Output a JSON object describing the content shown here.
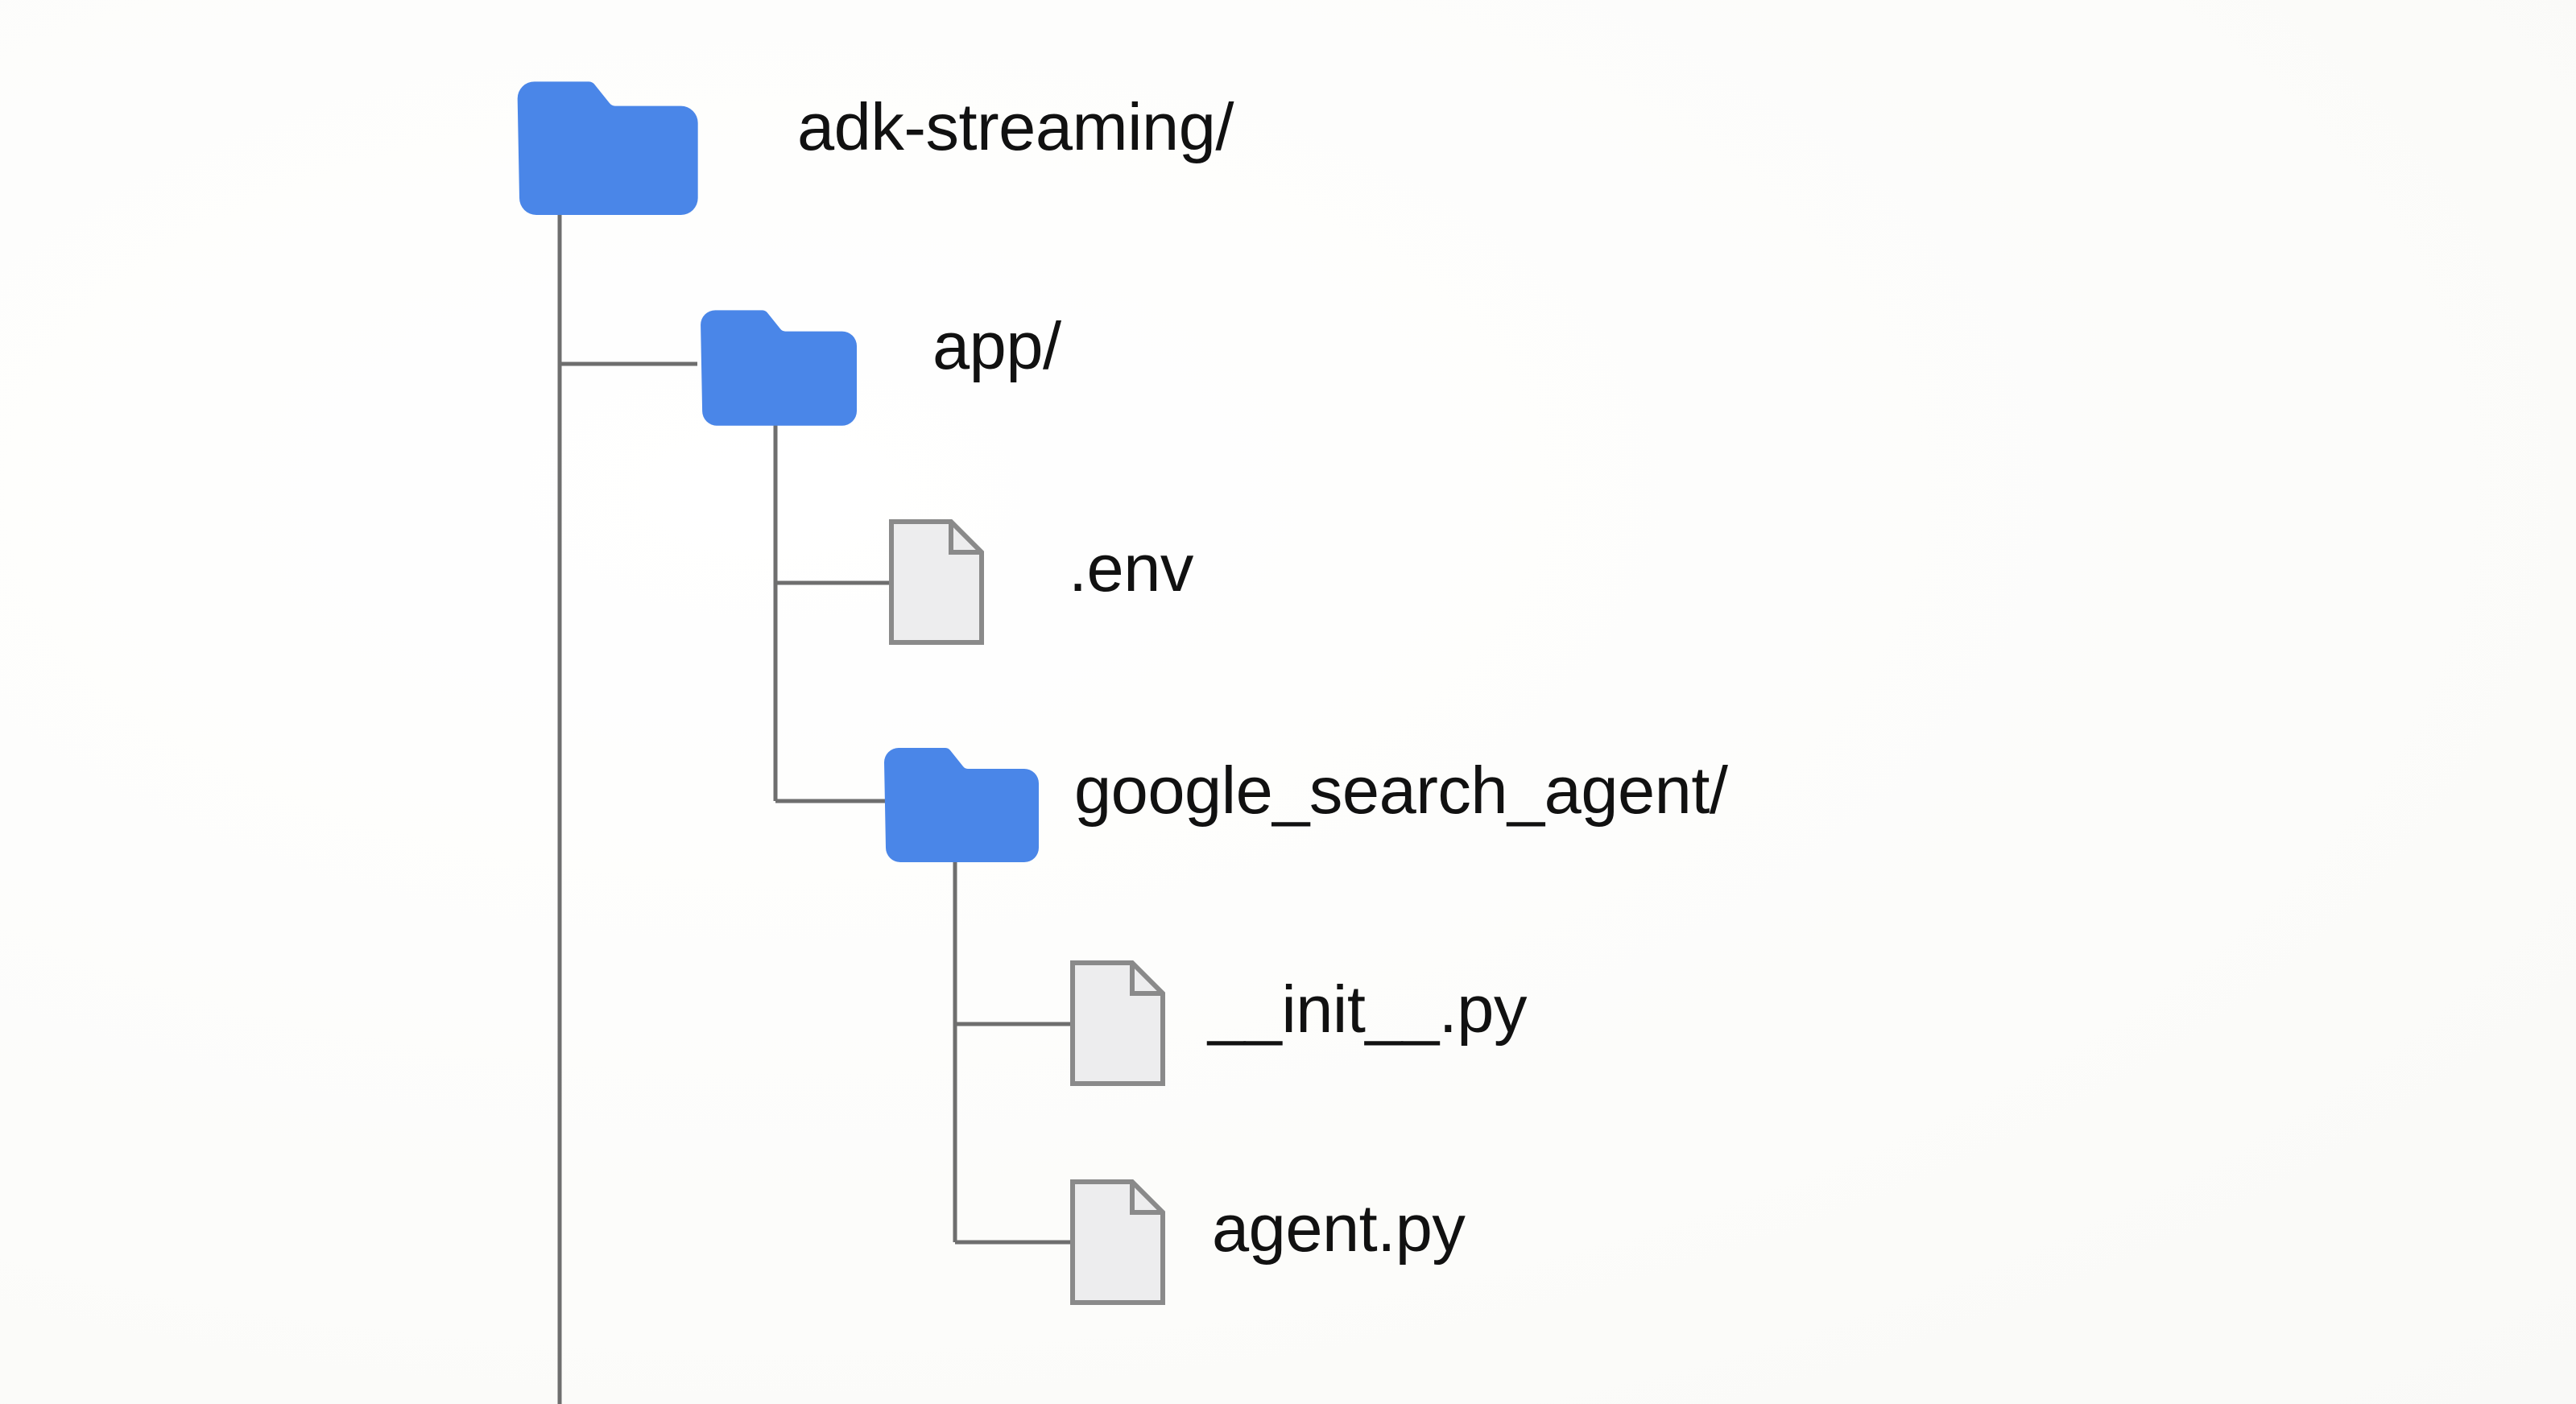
{
  "diagram": {
    "type": "file-tree",
    "title_visible": false,
    "background_color": "#fdfdfc",
    "line_color": "#6e6e6e",
    "folder_color": "#4a86e8",
    "file_fill_color": "#ededee",
    "file_stroke_color": "#8a8a8a",
    "text_color": "#111111",
    "root_trunk_continues_below_viewport": true
  },
  "nodes": [
    {
      "id": "adk-streaming",
      "label": "adk-streaming/",
      "kind": "folder",
      "icon": "folder-icon",
      "depth": 0,
      "is_last_child": false,
      "children": [
        "app"
      ]
    },
    {
      "id": "app",
      "label": "app/",
      "kind": "folder",
      "icon": "folder-icon",
      "depth": 1,
      "is_last_child": false,
      "children": [
        ".env",
        "google_search_agent"
      ]
    },
    {
      "id": ".env",
      "label": ".env",
      "kind": "file",
      "icon": "file-icon",
      "depth": 2,
      "is_last_child": false,
      "children": []
    },
    {
      "id": "google_search_agent",
      "label": "google_search_agent/",
      "kind": "folder",
      "icon": "folder-icon",
      "depth": 2,
      "is_last_child": true,
      "children": [
        "__init__.py",
        "agent.py"
      ]
    },
    {
      "id": "__init__.py",
      "label": "__init__.py",
      "kind": "file",
      "icon": "file-icon",
      "depth": 3,
      "is_last_child": false,
      "children": []
    },
    {
      "id": "agent.py",
      "label": "agent.py",
      "kind": "file",
      "icon": "file-icon",
      "depth": 3,
      "is_last_child": true,
      "children": []
    }
  ],
  "labels": {
    "root": "adk-streaming/",
    "app": "app/",
    "env": ".env",
    "google_search_agent": "google_search_agent/",
    "init_py": "__init__.py",
    "agent_py": "agent.py"
  }
}
